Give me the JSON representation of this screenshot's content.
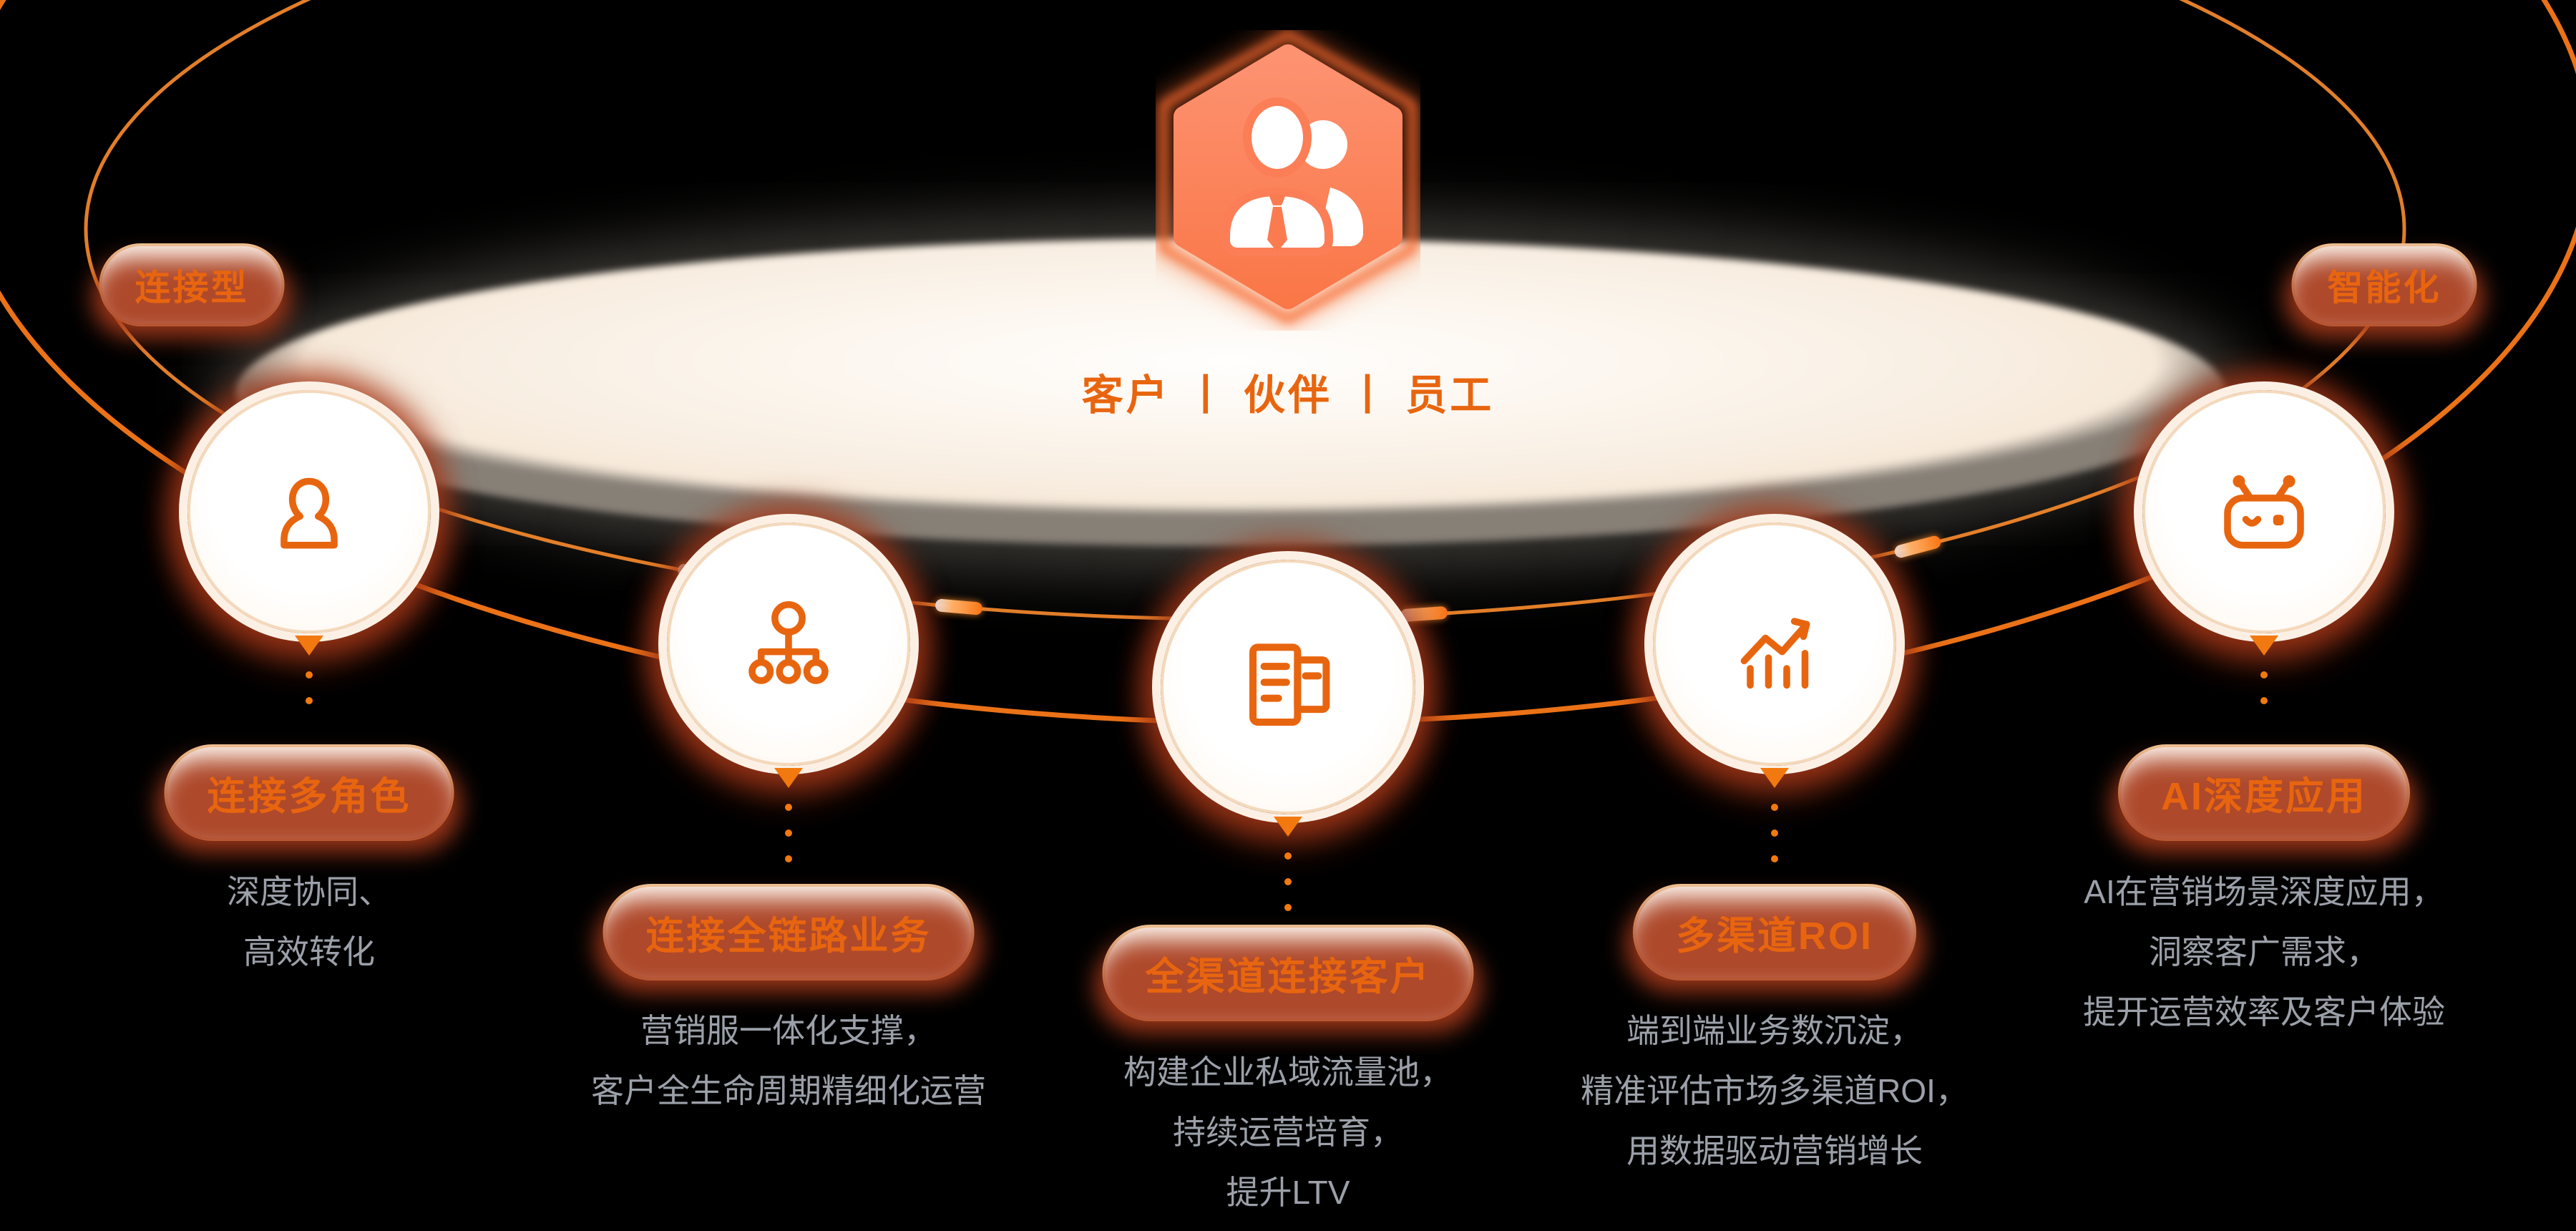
{
  "colors": {
    "bg": "#000000",
    "accent": "#E8650F",
    "accent-bright": "#F2790F",
    "orbit": "#F87818",
    "orbit2": "#FB8C2E",
    "pill-bg": "#FFF9F2",
    "pill-border": "#F6CD9E",
    "rust": "#A83C1B",
    "gray": "#9BA0A9",
    "circle-ring": "#F4D9BC",
    "circle-halo": "#FCF0E5"
  },
  "center": {
    "title": "客户 丨 伙伴 丨 员工",
    "hexagon_icon": "people-icon"
  },
  "badges": {
    "left": {
      "label": "连接型"
    },
    "right": {
      "label": "智能化"
    }
  },
  "nodes": [
    {
      "icon": "user-icon",
      "label": "连接多角色",
      "desc": [
        "深度协同、",
        "高效转化"
      ]
    },
    {
      "icon": "org-icon",
      "label": "连接全链路业务",
      "desc": [
        "营销服一体化支撑，",
        "客户全生命周期精细化运营"
      ]
    },
    {
      "icon": "pages-icon",
      "label": "全渠道连接客户",
      "desc": [
        "构建企业私域流量池，",
        "持续运营培育，",
        "提升LTV"
      ]
    },
    {
      "icon": "chart-icon",
      "label": "多渠道ROI",
      "desc": [
        "端到端业务数沉淀，",
        "精准评估市场多渠道ROI，",
        "用数据驱动营销增长"
      ]
    },
    {
      "icon": "robot-icon",
      "label": "AI深度应用",
      "desc": [
        "AI在营销场景深度应用，",
        "洞察客广需求，",
        "提开运营效率及客户体验"
      ]
    }
  ]
}
